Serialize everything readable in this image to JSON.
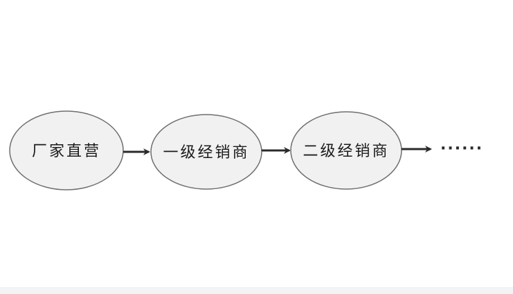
{
  "diagram": {
    "nodes": [
      {
        "id": "n1",
        "label": "厂家直营"
      },
      {
        "id": "n2",
        "label": "一级经销商"
      },
      {
        "id": "n3",
        "label": "二级经销商"
      }
    ],
    "edges": [
      {
        "from": "n1",
        "to": "n2"
      },
      {
        "from": "n2",
        "to": "n3"
      },
      {
        "from": "n3",
        "to": "continuation"
      }
    ],
    "continuation": "······",
    "colors": {
      "node_fill": "#f1f1f1",
      "node_stroke": "#6e6e6e",
      "arrow": "#2a2a2a",
      "text": "#1a1a1a"
    }
  }
}
